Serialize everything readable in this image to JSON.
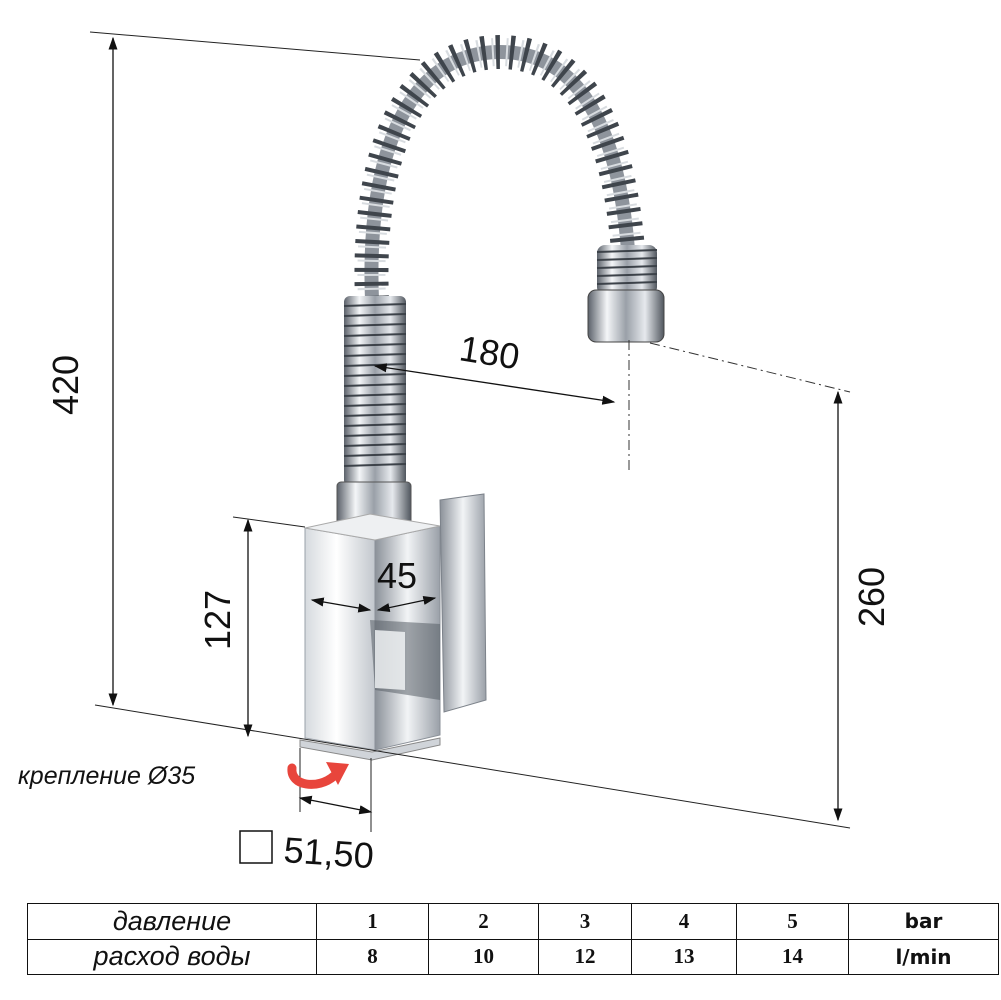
{
  "dimensions": {
    "total_height": "420",
    "spout_reach": "180",
    "outlet_height": "260",
    "body_height": "127",
    "body_width": "45",
    "base_square": "51,50",
    "mount_label": "крепление Ø35"
  },
  "spec_table": {
    "rows": [
      {
        "label": "давление",
        "values": [
          "1",
          "2",
          "3",
          "4",
          "5"
        ],
        "unit": "bar"
      },
      {
        "label": "расход воды",
        "values": [
          "8",
          "10",
          "12",
          "13",
          "14"
        ],
        "unit": "l/min"
      }
    ]
  },
  "colors": {
    "chrome_dark": "#4a4f56",
    "chrome_light": "#e8ebef",
    "arrow_red": "#e8453c",
    "line": "#111111"
  }
}
